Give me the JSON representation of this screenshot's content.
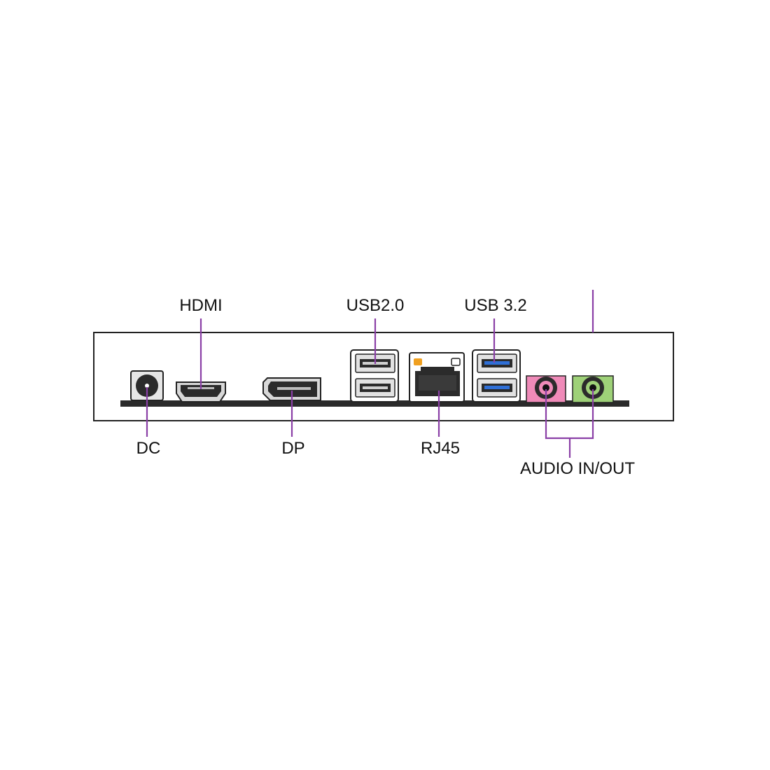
{
  "labels": {
    "hdmi": "HDMI",
    "usb2": "USB2.0",
    "usb3": "USB 3.2",
    "dc": "DC",
    "dp": "DP",
    "rj45": "RJ45",
    "audio": "AUDIO IN/OUT"
  },
  "colors": {
    "leader": "#8a3fa6",
    "usb3_blue": "#2f6fd6",
    "led_orange": "#f0a020",
    "audio_in": "#ef8ab8",
    "audio_out": "#9ed178",
    "outline": "#222222"
  }
}
